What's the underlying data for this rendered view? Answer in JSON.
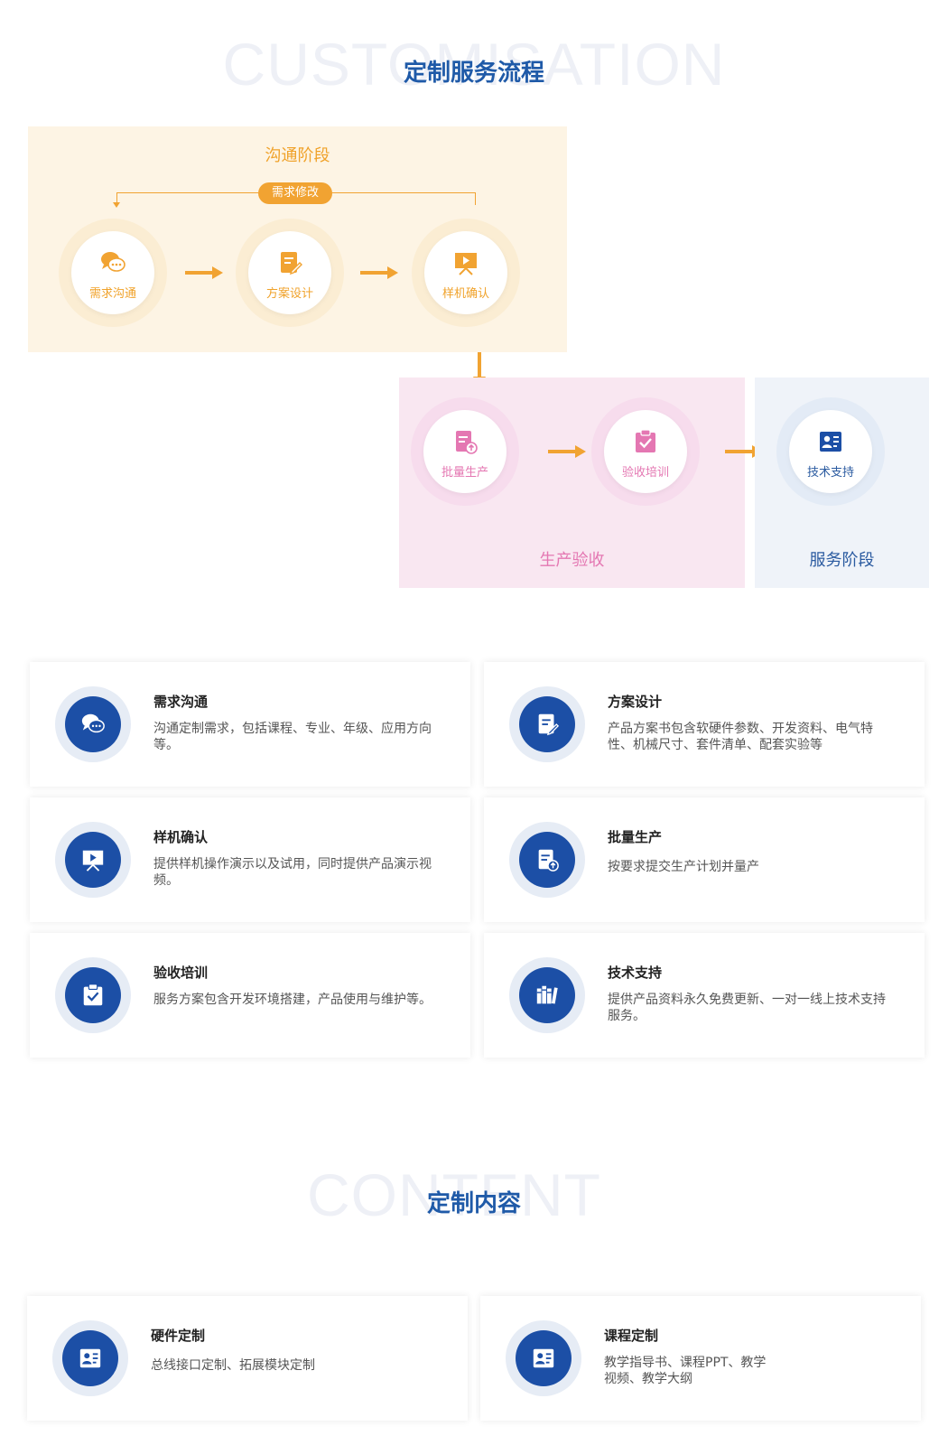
{
  "process": {
    "bg_word": "CUSTOMISATION",
    "title": "定制服务流程",
    "comm_stage": {
      "title": "沟通阶段",
      "feedback_label": "需求修改",
      "nodes": [
        {
          "label": "需求沟通",
          "icon": "chat-bubbles-icon"
        },
        {
          "label": "方案设计",
          "icon": "document-edit-icon"
        },
        {
          "label": "样机确认",
          "icon": "presentation-screen-icon"
        }
      ]
    },
    "prod_stage": {
      "title": "生产验收",
      "nodes": [
        {
          "label": "批量生产",
          "icon": "document-upload-icon"
        },
        {
          "label": "验收培训",
          "icon": "clipboard-check-icon"
        }
      ]
    },
    "service_stage": {
      "title": "服务阶段",
      "nodes": [
        {
          "label": "技术支持",
          "icon": "id-card-icon"
        }
      ]
    },
    "colors": {
      "orange": "#f1a332",
      "pink": "#e477b2",
      "blue": "#1c4fa6"
    }
  },
  "cards": [
    {
      "title": "需求沟通",
      "desc": "沟通定制需求，包括课程、专业、年级、应用方向等。",
      "icon": "chat-bubbles-icon"
    },
    {
      "title": "方案设计",
      "desc": "产品方案书包含软硬件参数、开发资料、电气特性、机械尺寸、套件清单、配套实验等",
      "icon": "document-edit-icon"
    },
    {
      "title": "样机确认",
      "desc": "提供样机操作演示以及试用，同时提供产品演示视频。",
      "icon": "presentation-screen-icon"
    },
    {
      "title": "批量生产",
      "desc": "按要求提交生产计划并量产",
      "icon": "document-upload-icon"
    },
    {
      "title": "验收培训",
      "desc": "服务方案包含开发环境搭建，产品使用与维护等。",
      "icon": "clipboard-check-icon"
    },
    {
      "title": "技术支持",
      "desc": "提供产品资料永久免费更新、一对一线上技术支持服务。",
      "icon": "books-icon"
    }
  ],
  "content": {
    "bg_word": "CONTENT",
    "title": "定制内容",
    "cards": [
      {
        "title": "硬件定制",
        "desc": "总线接口定制、拓展模块定制",
        "icon": "id-card-icon"
      },
      {
        "title": "课程定制",
        "desc": "教学指导书、课程PPT、教学视频、教学大纲",
        "icon": "id-card-icon"
      }
    ]
  }
}
